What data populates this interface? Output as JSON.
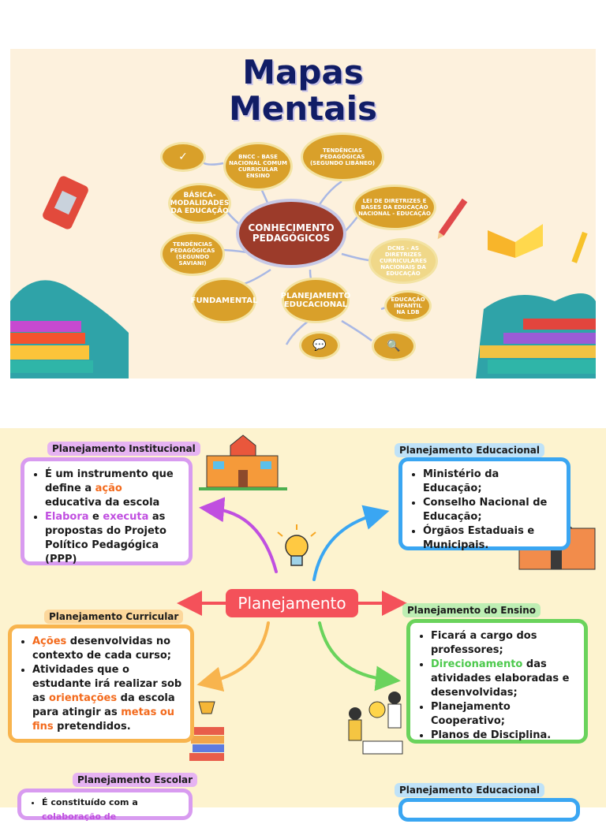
{
  "map": {
    "title_line1": "Mapas",
    "title_line2": "Mentais",
    "center": "CONHECIMENTO PEDAGÓGICOS",
    "nodes": {
      "bncc": "BNCC - BASE NACIONAL COMUM CURRICULAR ENSINO",
      "tendencias_libaneo": "TENDÊNCIAS PEDAGÓGICAS (SEGUNDO LIBÂNEO)",
      "ldb": "LEI DE DIRETRIZES E BASES DA EDUCAÇÃO NACIONAL - EDUCAÇÃO",
      "dcns": "DCNS - AS DIRETRIZES CURRICULARES NACIONAIS DA EDUCAÇÃO",
      "infantil": "EDUCAÇÃO INFANTIL NA LDB",
      "planejamento": "PLANEJAMENTO EDUCACIONAL",
      "fundamental": "FUNDAMENTAL",
      "tendencias_saviani": "TENDÊNCIAS PEDAGÓGICAS (SEGUNDO SAVIANI)",
      "basica": "BÁSICA- MODALIDADES DA EDUCAÇÃO"
    },
    "icons": {
      "check": "✓",
      "chat": "💬",
      "search": "🔍"
    }
  },
  "planning": {
    "center": "Planejamento",
    "institucional": {
      "title": "Planejamento Institucional",
      "items": [
        [
          "É um instrumento que define a ",
          "ação",
          " educativa da escola"
        ],
        [
          "",
          "Elabora",
          " e ",
          "executa",
          " as propostas do Projeto Político Pedagógica (PPP)"
        ]
      ]
    },
    "educacional": {
      "title": "Planejamento Educacional",
      "items": [
        "Ministério da Educação;",
        "Conselho Nacional de Educação;",
        "Órgãos Estaduais e Municipais."
      ]
    },
    "curricular": {
      "title": "Planejamento Curricular",
      "item1_hl": "Ações",
      "item1_rest": " desenvolvidas no contexto de cada curso;",
      "item2_a": "Atividades que o estudante irá realizar sob as ",
      "item2_hl1": "orientações",
      "item2_b": " da escola para atingir as ",
      "item2_hl2": "metas ou fins",
      "item2_c": " pretendidos."
    },
    "ensino": {
      "title": "Planejamento do Ensino",
      "item1": "Ficará a cargo dos professores;",
      "item2_hl": "Direcionamento",
      "item2_rest": " das atividades elaboradas e desenvolvidas;",
      "item3": "Planejamento Cooperativo;",
      "item4": "Planos de Disciplina."
    },
    "escolar": {
      "title": "Planejamento Escolar",
      "item1_a": "É constituído com a ",
      "item1_hl": "colaboração de"
    },
    "educacional2": {
      "title": "Planejamento Educacional"
    }
  },
  "colors": {
    "navy": "#111d66",
    "node_gold": "#d9a02a",
    "center_red": "#9c3b2a",
    "pill_red": "#f4515a",
    "purple": "#c04fe0",
    "blue": "#3aa6f2",
    "orange": "#f8a94a",
    "green": "#6ad35c"
  }
}
